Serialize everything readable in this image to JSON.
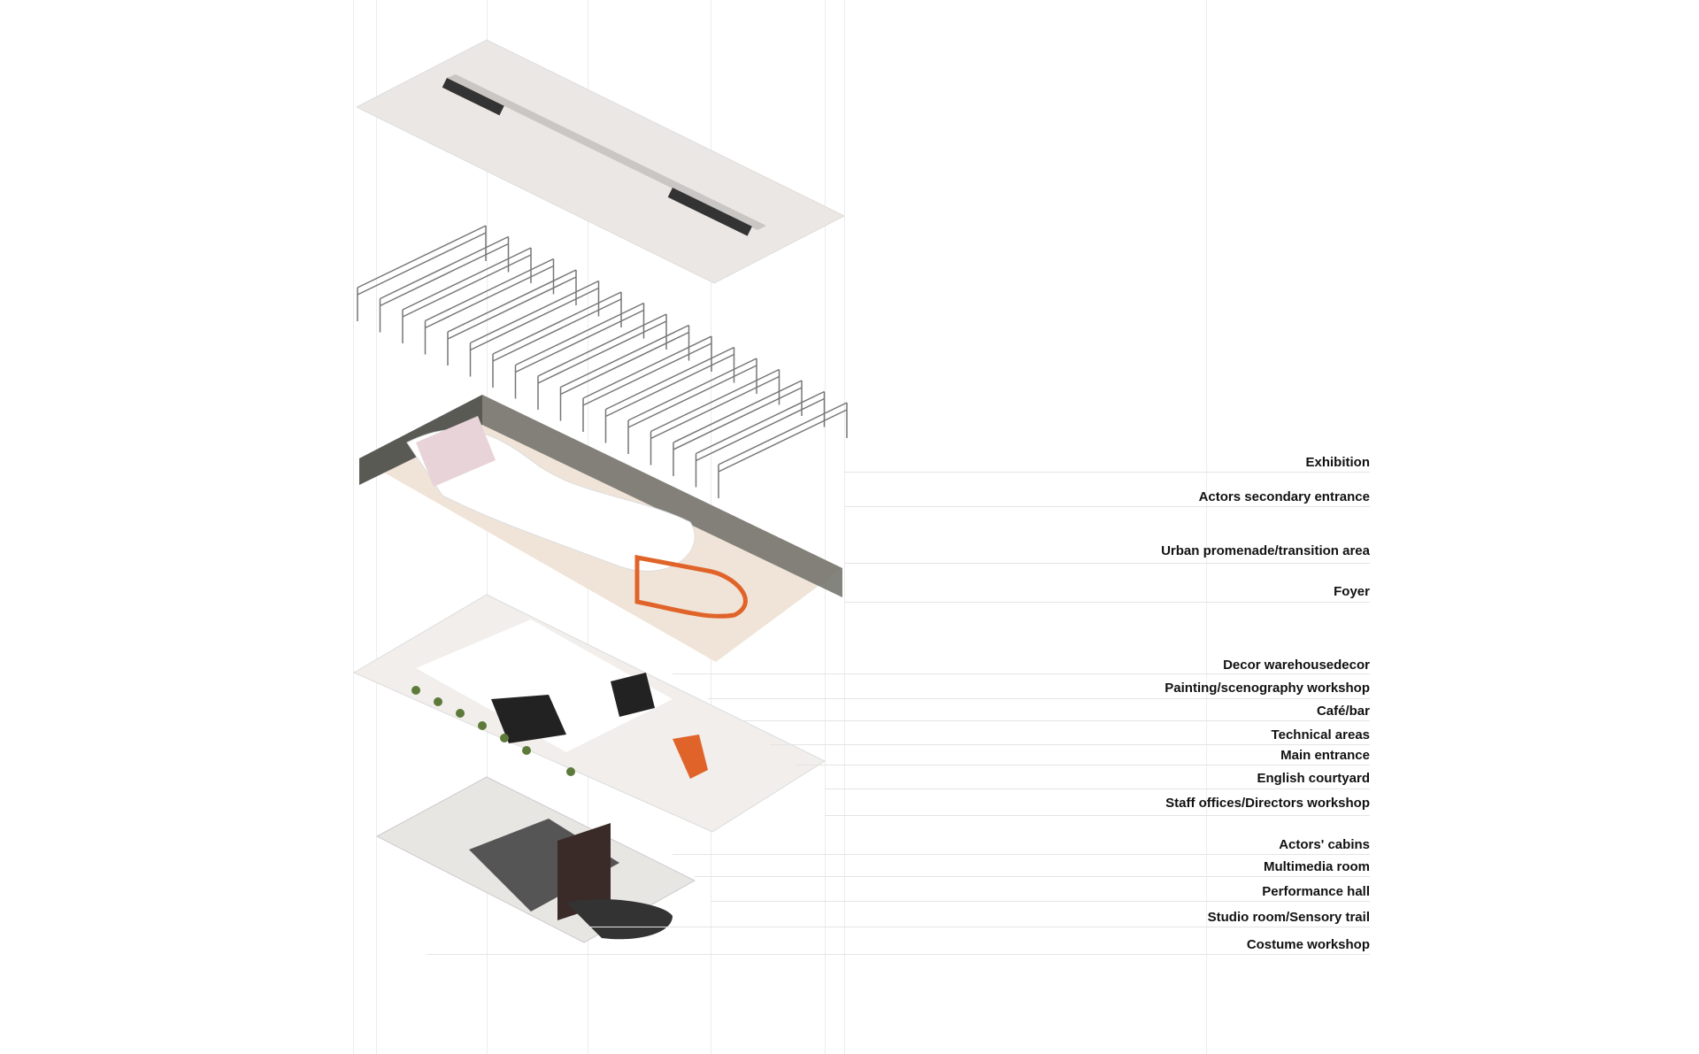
{
  "diagram": {
    "type": "exploded axonometric",
    "layers": [
      "roof",
      "truss-structure",
      "ground-floor",
      "first-level",
      "basement"
    ],
    "labels": [
      "Exhibition",
      "Actors secondary entrance",
      "Urban promenade/transition area",
      "Foyer",
      "Decor warehousedecor",
      "Painting/scenography workshop",
      "Café/bar",
      "Technical areas",
      "Main entrance",
      "English courtyard",
      "Staff offices/Directors workshop",
      "Actors' cabins",
      "Multimedia room",
      "Performance hall",
      "Studio room/Sensory trail",
      "Costume workshop"
    ]
  },
  "colors": {
    "accent_orange": "#e0642a",
    "wall_pink": "#e7d3d8",
    "dark": "#3a3a3a"
  }
}
